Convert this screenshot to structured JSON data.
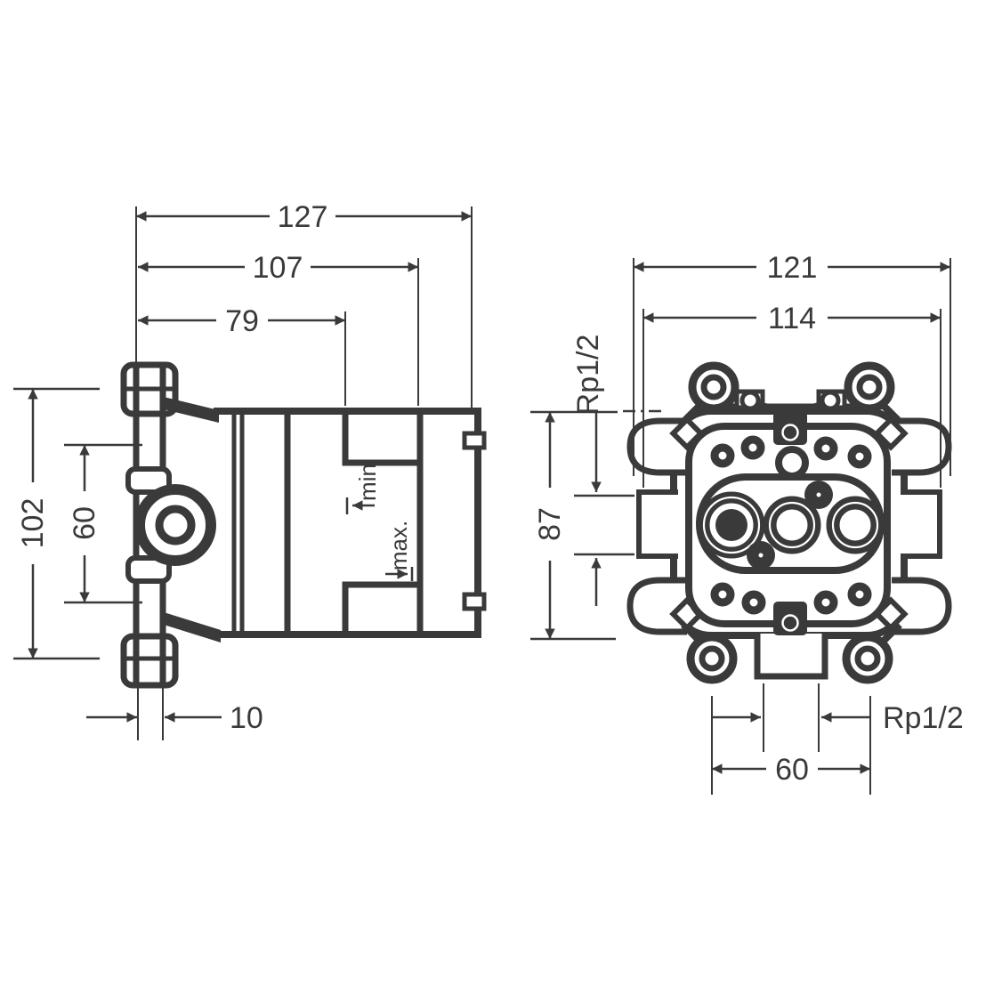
{
  "colors": {
    "background": "#ffffff",
    "ink": "#3a3a3a"
  },
  "side_view": {
    "dim_overall_depth": "127",
    "dim_depth_to_max": "107",
    "dim_depth_to_min": "79",
    "dim_height": "102",
    "dim_inner_height": "60",
    "dim_rail_thickness": "10",
    "label_min": "min",
    "label_max": "max."
  },
  "front_view": {
    "dim_overall_width": "121",
    "dim_width_across_tabs": "114",
    "dim_body_height": "87",
    "dim_port_spacing": "60",
    "label_thread_side": "Rp1/2",
    "label_thread_bottom": "Rp1/2"
  }
}
